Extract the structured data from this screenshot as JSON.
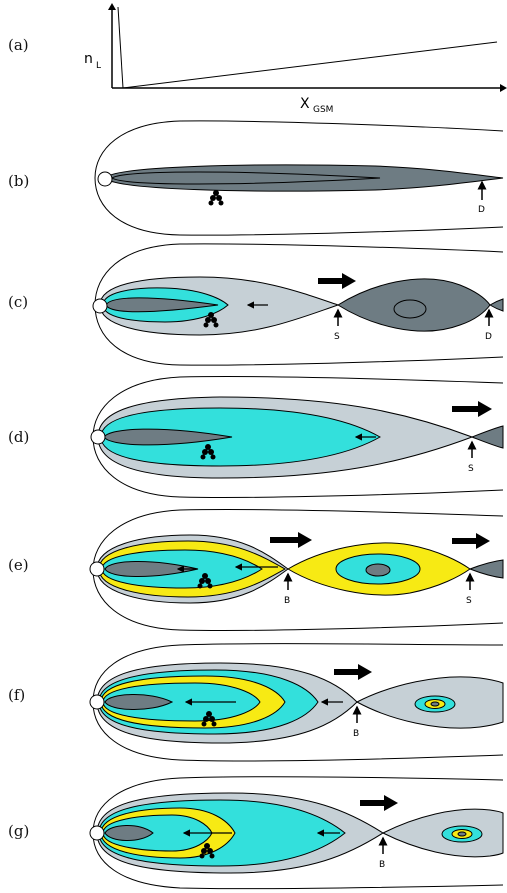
{
  "panels": [
    {
      "id": "a",
      "label": "(a)"
    },
    {
      "id": "b",
      "label": "(b)"
    },
    {
      "id": "c",
      "label": "(c)"
    },
    {
      "id": "d",
      "label": "(d)"
    },
    {
      "id": "e",
      "label": "(e)"
    },
    {
      "id": "f",
      "label": "(f)"
    },
    {
      "id": "g",
      "label": "(g)"
    }
  ],
  "axes": {
    "y_main": "n",
    "y_sub": "L",
    "x_main": "X",
    "x_sub": "GSM"
  },
  "markers": {
    "D": "D",
    "S": "S",
    "B": "B"
  },
  "colors": {
    "plasma_sheet_gray": "#c6d0d6",
    "inner_dark": "#6e7c83",
    "cyan": "#33e0dc",
    "yellow": "#f7ea14",
    "outline": "#000000"
  }
}
